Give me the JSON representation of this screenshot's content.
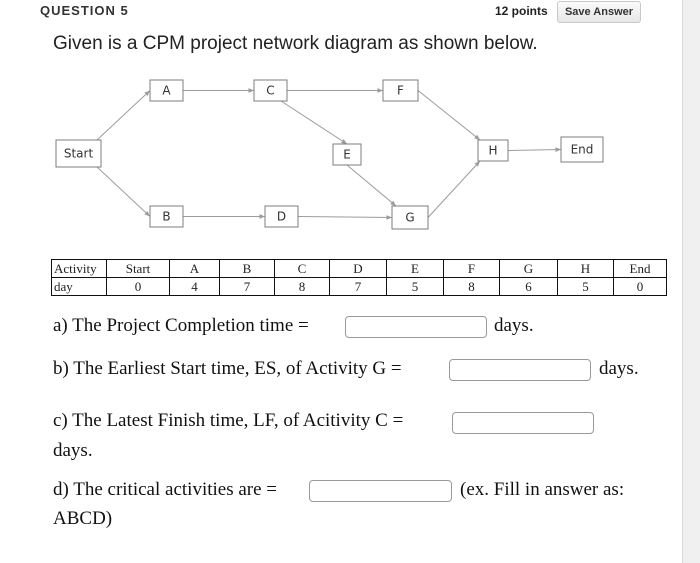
{
  "header": {
    "question_label": "QUESTION 5",
    "points": "12 points",
    "save_label": "Save Answer"
  },
  "prompt": "Given is a CPM project network diagram as shown below.",
  "network": {
    "nodes": [
      {
        "id": "start",
        "label": "Start"
      },
      {
        "id": "A",
        "label": "A"
      },
      {
        "id": "B",
        "label": "B"
      },
      {
        "id": "C",
        "label": "C"
      },
      {
        "id": "D",
        "label": "D"
      },
      {
        "id": "E",
        "label": "E"
      },
      {
        "id": "F",
        "label": "F"
      },
      {
        "id": "G",
        "label": "G"
      },
      {
        "id": "H",
        "label": "H"
      },
      {
        "id": "end",
        "label": "End"
      }
    ],
    "edges": [
      [
        "start",
        "A"
      ],
      [
        "start",
        "B"
      ],
      [
        "A",
        "C"
      ],
      [
        "B",
        "D"
      ],
      [
        "C",
        "F"
      ],
      [
        "C",
        "E"
      ],
      [
        "D",
        "G"
      ],
      [
        "E",
        "G"
      ],
      [
        "F",
        "H"
      ],
      [
        "G",
        "H"
      ],
      [
        "H",
        "end"
      ]
    ]
  },
  "table": {
    "headers": [
      "Activity",
      "Start",
      "A",
      "B",
      "C",
      "D",
      "E",
      "F",
      "G",
      "H",
      "End"
    ],
    "rows": [
      [
        "day",
        "0",
        "4",
        "7",
        "8",
        "7",
        "5",
        "8",
        "6",
        "5",
        "0"
      ]
    ]
  },
  "questions": {
    "a_text": "a) The Project Completion time =",
    "a_suffix": "days.",
    "b_text": "b) The Earliest Start time, ES, of Activity G =",
    "b_suffix": "days.",
    "c_text": "c) The Latest Finish time, LF, of Acitivity C =",
    "c_suffix": "days.",
    "d_text": "d) The critical activities are =",
    "d_suffix": "(ex. Fill in answer as:",
    "d_suffix2": "ABCD)"
  }
}
